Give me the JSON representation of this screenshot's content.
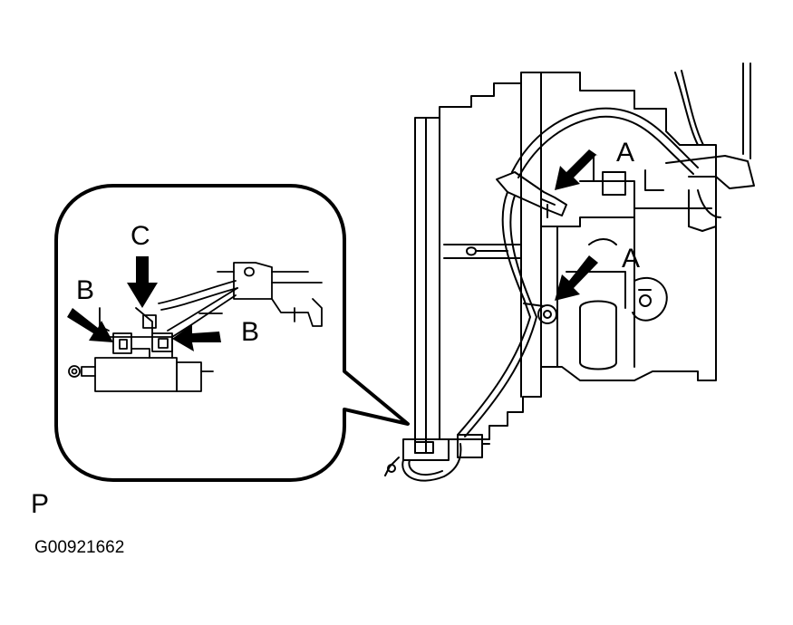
{
  "labels": {
    "a_upper": "A",
    "a_lower": "A",
    "b_left": "B",
    "b_right": "B",
    "c_top": "C"
  },
  "footer": {
    "code": "P",
    "figure_id": "G00921662"
  },
  "colors": {
    "line": "#000000",
    "background": "#ffffff"
  }
}
